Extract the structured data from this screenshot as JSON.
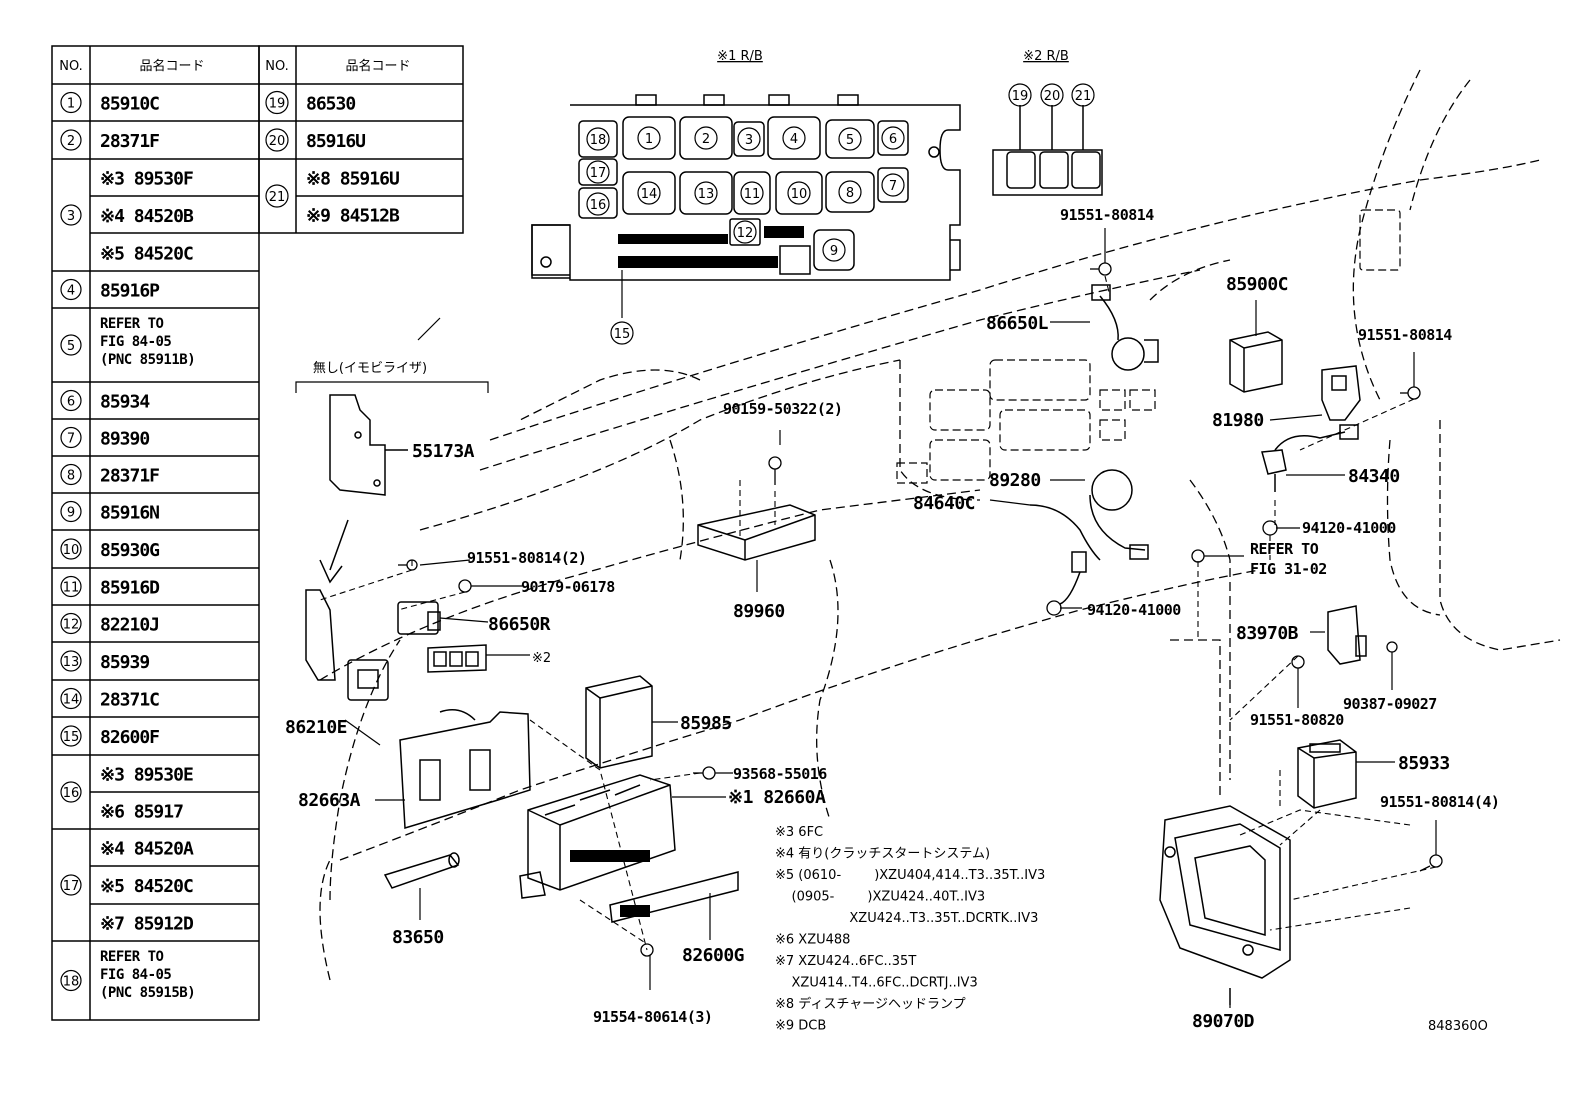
{
  "table": {
    "header_no": "NO.",
    "header_code": "品名コード",
    "left_rows": [
      {
        "no": "1",
        "codes": [
          "85910C"
        ]
      },
      {
        "no": "2",
        "codes": [
          "28371F"
        ]
      },
      {
        "no": "3",
        "codes": [
          "※3 89530F",
          "※4 84520B",
          "※5 84520C"
        ]
      },
      {
        "no": "4",
        "codes": [
          "85916P"
        ]
      },
      {
        "no": "5",
        "codes": [
          "REFER TO",
          "FIG 84-05",
          "(PNC 85911B)"
        ]
      },
      {
        "no": "6",
        "codes": [
          "85934"
        ]
      },
      {
        "no": "7",
        "codes": [
          "89390"
        ]
      },
      {
        "no": "8",
        "codes": [
          "28371F"
        ]
      },
      {
        "no": "9",
        "codes": [
          "85916N"
        ]
      },
      {
        "no": "10",
        "codes": [
          "85930G"
        ]
      },
      {
        "no": "11",
        "codes": [
          "85916D"
        ]
      },
      {
        "no": "12",
        "codes": [
          "82210J"
        ]
      },
      {
        "no": "13",
        "codes": [
          "85939"
        ]
      },
      {
        "no": "14",
        "codes": [
          "28371C"
        ]
      },
      {
        "no": "15",
        "codes": [
          "82600F"
        ]
      },
      {
        "no": "16",
        "codes": [
          "※3 89530E",
          "※6 85917"
        ]
      },
      {
        "no": "17",
        "codes": [
          "※4 84520A",
          "※5 84520C",
          "※7 85912D"
        ]
      },
      {
        "no": "18",
        "codes": [
          "REFER TO",
          "FIG 84-05",
          "(PNC 85915B)"
        ]
      }
    ],
    "right_rows": [
      {
        "no": "19",
        "codes": [
          "86530"
        ]
      },
      {
        "no": "20",
        "codes": [
          "85916U"
        ]
      },
      {
        "no": "21",
        "codes": [
          "※8 85916U",
          "※9 84512B"
        ]
      }
    ]
  },
  "rb1": {
    "title": "※1 R/B",
    "slots": [
      "18",
      "1",
      "2",
      "3",
      "4",
      "5",
      "6",
      "17",
      "16",
      "14",
      "13",
      "11",
      "10",
      "8",
      "7",
      "12",
      "9",
      "15"
    ]
  },
  "rb2": {
    "title": "※2 R/B",
    "slots": [
      "19",
      "20",
      "21"
    ]
  },
  "labels": {
    "p55173A": "55173A",
    "mushi": "無し(イモビライザ)",
    "p91551_2": "91551-80814(2)",
    "p90179": "90179-06178",
    "p86650R": "86650R",
    "k2": "※2",
    "p86210E": "86210E",
    "p82663A": "82663A",
    "p83650": "83650",
    "p82600G": "82600G",
    "p91554": "91554-80614(3)",
    "p82660A": "※1 82660A",
    "p85985": "85985",
    "p93568": "93568-55016",
    "p90159": "90159-50322(2)",
    "p89960": "89960",
    "p91551_top": "91551-80814",
    "p86650L": "86650L",
    "p85900C": "85900C",
    "p91551_right": "91551-80814",
    "p81980": "81980",
    "p89280": "89280",
    "p84640C": "84640C",
    "p84340": "84340",
    "p94120_a": "94120-41000",
    "refer31_a": "REFER TO",
    "refer31_b": "FIG 31-02",
    "p94120_b": "94120-41000",
    "p83970B": "83970B",
    "p91551_820": "91551-80820",
    "p90387": "90387-09027",
    "p85933": "85933",
    "p91551_4": "91551-80814(4)",
    "p89070D": "89070D",
    "fig_id": "848360O"
  },
  "notes": [
    "※3 6FC",
    "※4 有り(クラッチスタートシステム)",
    "※5 (0610-        )XZU404,414..T3..35T..IV3",
    "    (0905-        )XZU424..40T..IV3",
    "                  XZU424..T3..35T..DCRTK..IV3",
    "※6 XZU488",
    "※7 XZU424..6FC..35T",
    "    XZU414..T4..6FC..DCRTJ..IV3",
    "※8 ディスチャージヘッドランプ",
    "※9 DCB"
  ]
}
